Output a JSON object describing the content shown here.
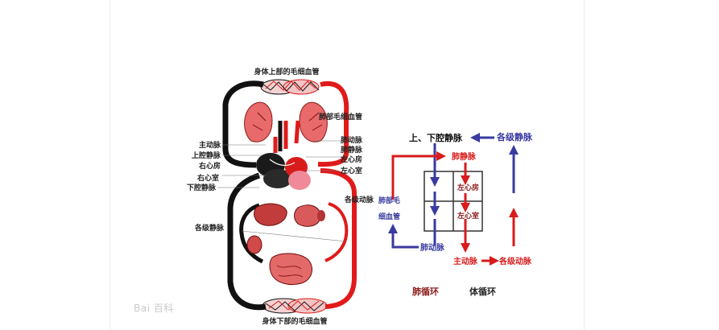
{
  "anatomy": {
    "top_caption": "身体上部的毛细血管",
    "bottom_caption": "身体下部的毛细血管",
    "left_labels": {
      "aorta": "主动脉",
      "superior_vena_cava": "上腔静脉",
      "right_atrium": "右心房",
      "right_ventricle": "右心室",
      "inferior_vena_cava": "下腔静脉",
      "veins": "各级静脉"
    },
    "right_labels": {
      "lung_capillaries": "肺部毛细血管",
      "pulmonary_artery": "肺动脉",
      "pulmonary_vein": "肺静脉",
      "left_atrium": "左心房",
      "left_ventricle": "左心室",
      "arteries": "各级动脉"
    }
  },
  "flow": {
    "vena_cava": "上、下腔静脉",
    "all_veins": "各级静脉",
    "pulmonary_vein": "肺静脉",
    "left_atrium": "左心房",
    "left_ventricle": "左心室",
    "lung_capillaries_line1": "肺部毛",
    "lung_capillaries_line2": "细血管",
    "pulmonary_artery": "肺动脉",
    "aorta": "主动脉",
    "all_arteries": "各级动脉",
    "pulmonary_circulation": "肺循环",
    "systemic_circulation": "体循环"
  },
  "watermark": "Bai 百科",
  "colors": {
    "oxygenated": "#e01a1a",
    "deoxygenated": "#111111",
    "flow_blue": "#3a3aa0",
    "flow_red": "#d81b1b",
    "label_dark_red": "#8b1a1a"
  }
}
